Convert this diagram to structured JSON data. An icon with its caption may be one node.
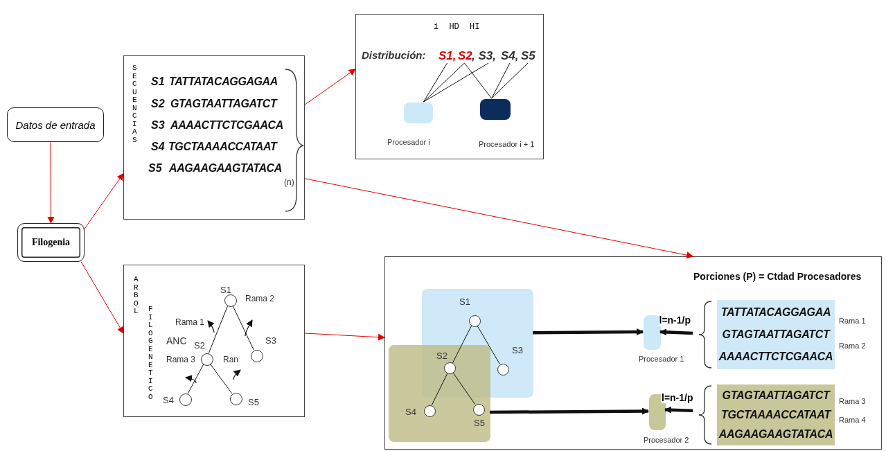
{
  "diagram": {
    "nodes": [
      {
        "text": [
          "Datos de entrada"
        ]
      },
      {
        "text": [
          "Filogenia"
        ]
      },
      {
        "text": [
          "SECUENCIAS"
        ]
      },
      {
        "text": [],
        "shape": "box"
      },
      {
        "text": [
          "S1,"
        ],
        "in": 3
      },
      {
        "text": [
          "S2"
        ],
        "in": 3
      },
      {
        "text": [
          ", S3,"
        ],
        "in": 3
      },
      {
        "text": [
          "S4,"
        ],
        "in": 3
      },
      {
        "text": [
          "S5"
        ],
        "in": 3
      },
      {
        "text": [],
        "shape": "box",
        "in": 3,
        "beside": [
          "Procesador i"
        ]
      },
      {
        "text": [],
        "shape": "box",
        "in": 3,
        "beside": [
          "Procesador i + 1"
        ]
      },
      {
        "text": [
          "ARBOL",
          "FILOGENETICO"
        ]
      },
      {
        "text": [],
        "shape": "circle",
        "in": 11,
        "beside": [
          "S1"
        ]
      },
      {
        "text": [],
        "shape": "circle",
        "in": 11,
        "beside": [
          "S2"
        ]
      },
      {
        "text": [],
        "shape": "circle",
        "in": 11,
        "beside": [
          "S3"
        ]
      },
      {
        "text": [],
        "shape": "circle",
        "in": 11,
        "beside": [
          "S4"
        ]
      },
      {
        "text": [],
        "shape": "circle",
        "in": 11,
        "beside": [
          "S5"
        ]
      },
      {
        "text": [
          "Porciones (P) = Ctdad Procesadores"
        ]
      },
      {
        "text": [],
        "shape": "box",
        "in": 17
      },
      {
        "text": [],
        "shape": "box",
        "in": 17
      },
      {
        "text": [],
        "shape": "circle",
        "in": 18,
        "beside": [
          "S1"
        ]
      },
      {
        "text": [],
        "shape": "circle",
        "beside": [
          "S2"
        ]
      },
      {
        "text": [],
        "shape": "circle",
        "in": 18,
        "beside": [
          "S3"
        ]
      },
      {
        "text": [],
        "shape": "circle",
        "in": 19,
        "beside": [
          "S4"
        ]
      },
      {
        "text": [],
        "shape": "circle",
        "in": 19,
        "beside": [
          "S5"
        ]
      },
      {
        "text": [],
        "shape": "box",
        "in": 17,
        "beside": [
          "Procesador 1"
        ]
      },
      {
        "text": [
          "TATTATACAGGAGAA",
          "GTAGTAATTAGATCT",
          "AAAACTTCTCGAACA"
        ],
        "in": 17,
        "beside": [
          "Rama 1",
          "Rama 2"
        ]
      },
      {
        "text": [],
        "shape": "box",
        "in": 17,
        "beside": [
          "Procesador 2"
        ]
      },
      {
        "text": [
          "GTAGTAATTAGATCT",
          "TGCTAAAACCATAAT",
          "AAGAAGAAGTATACA"
        ],
        "in": 17,
        "beside": [
          "Rama 3",
          "Rama 4"
        ]
      }
    ],
    "edges": [
      {
        "from": 0,
        "to": 1,
        "arrow": "to",
        "color": "#e00000"
      },
      {
        "from": 1,
        "to": 2,
        "arrow": "to",
        "color": "#e00000"
      },
      {
        "from": 1,
        "to": 11,
        "arrow": "to",
        "color": "#e00000"
      },
      {
        "from": 2,
        "to": 3,
        "arrow": "to",
        "color": "#e00000"
      },
      {
        "from": 2,
        "to": 17,
        "arrow": "to",
        "color": "#e00000"
      },
      {
        "from": 11,
        "to": 17,
        "arrow": "to",
        "color": "#e00000"
      },
      {
        "from": 4,
        "to": 9,
        "arrow": "none"
      },
      {
        "from": 5,
        "to": 9,
        "arrow": "none"
      },
      {
        "from": 6,
        "to": 9,
        "arrow": "none"
      },
      {
        "from": 5,
        "to": 10,
        "arrow": "none"
      },
      {
        "from": 7,
        "to": 10,
        "arrow": "none"
      },
      {
        "from": 8,
        "to": 10,
        "arrow": "none"
      },
      {
        "from": 12,
        "to": 13,
        "arrow": "none"
      },
      {
        "from": 12,
        "to": 14,
        "arrow": "none"
      },
      {
        "from": 13,
        "to": 15,
        "arrow": "none"
      },
      {
        "from": 13,
        "to": 16,
        "arrow": "none"
      },
      {
        "from": 20,
        "to": 21,
        "arrow": "none"
      },
      {
        "from": 20,
        "to": 22,
        "arrow": "none"
      },
      {
        "from": 21,
        "to": 23,
        "arrow": "none"
      },
      {
        "from": 21,
        "to": 24,
        "arrow": "none"
      },
      {
        "from": 18,
        "to": 25,
        "arrow": "to",
        "style": "thick"
      },
      {
        "from": 19,
        "to": 27,
        "arrow": "to",
        "style": "thick"
      },
      {
        "from": 26,
        "to": 25,
        "arrow": "to",
        "style": "thick",
        "label": "l=n-1/p"
      },
      {
        "from": 28,
        "to": 27,
        "arrow": "to",
        "style": "thick",
        "label": "l=n-1/p"
      }
    ],
    "labels": [
      "S1",
      "TATTATACAGGAGAA",
      "S2",
      "GTAGTAATTAGATCT",
      "S3",
      "AAAACTTCTCGAACA",
      "S4",
      "TGCTAAAACCATAAT",
      "S5",
      "AAGAAGAAGTATACA",
      "(n)",
      "i HD HI",
      "Distribución:",
      "Rama 2",
      "Rama 1",
      "ANC",
      "Rama 3",
      "Ran"
    ]
  }
}
